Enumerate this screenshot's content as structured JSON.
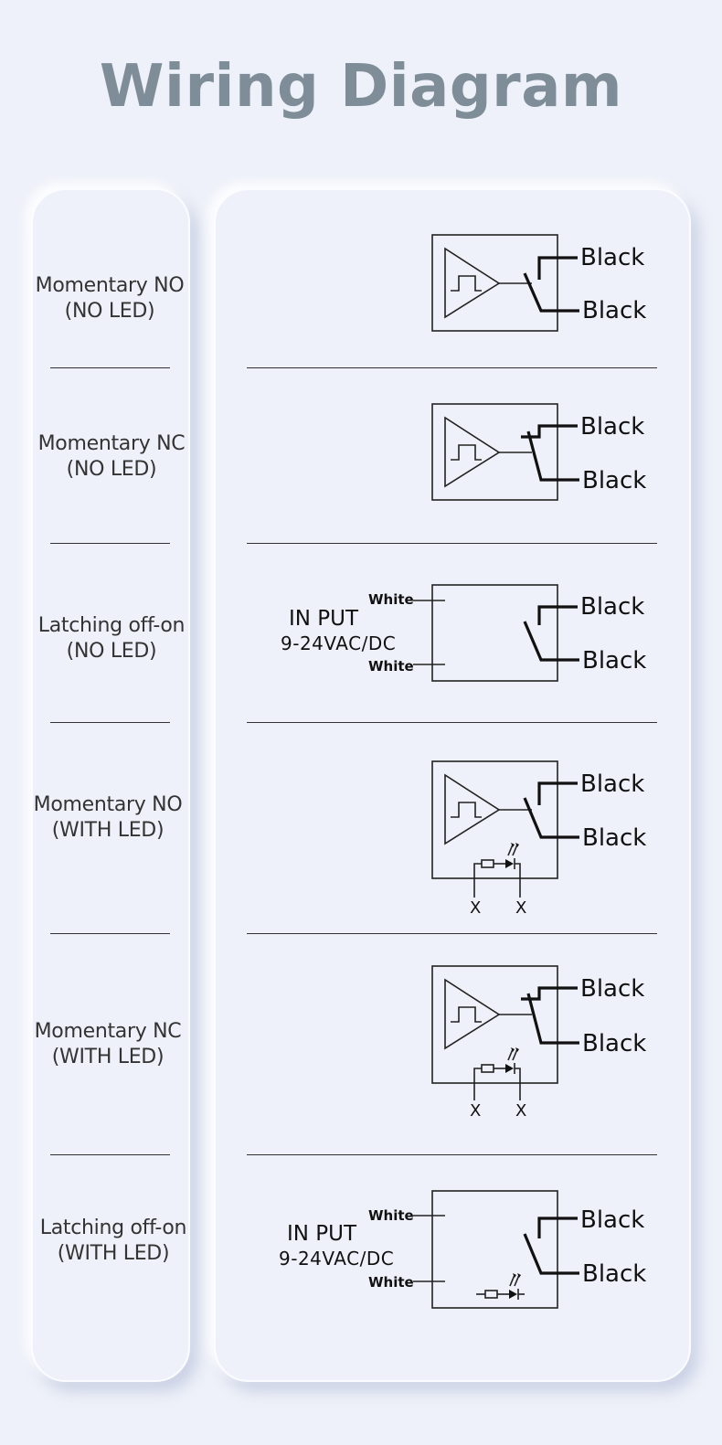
{
  "title": "Wiring Diagram",
  "rows": [
    {
      "label_line1": "Momentary NO",
      "label_line2": "(NO LED)",
      "wire_top": "Black",
      "wire_bottom": "Black"
    },
    {
      "label_line1": "Momentary NC",
      "label_line2": "(NO LED)",
      "wire_top": "Black",
      "wire_bottom": "Black"
    },
    {
      "label_line1": "Latching off-on",
      "label_line2": "(NO LED)",
      "wire_top": "Black",
      "wire_bottom": "Black",
      "input_label": "IN PUT",
      "input_voltage": "9-24VAC/DC",
      "input_wire_top": "White",
      "input_wire_bottom": "White"
    },
    {
      "label_line1": "Momentary NO",
      "label_line2": "(WITH LED)",
      "wire_top": "Black",
      "wire_bottom": "Black",
      "led_pin_left": "X",
      "led_pin_right": "X"
    },
    {
      "label_line1": "Momentary NC",
      "label_line2": "(WITH LED)",
      "wire_top": "Black",
      "wire_bottom": "Black",
      "led_pin_left": "X",
      "led_pin_right": "X"
    },
    {
      "label_line1": "Latching off-on",
      "label_line2": "(WITH LED)",
      "wire_top": "Black",
      "wire_bottom": "Black",
      "input_label": "IN PUT",
      "input_voltage": "9-24VAC/DC",
      "input_wire_top": "White",
      "input_wire_bottom": "White"
    }
  ],
  "colors": {
    "background": "#eef1f9",
    "title": "#7e8d97",
    "line": "#222222"
  }
}
